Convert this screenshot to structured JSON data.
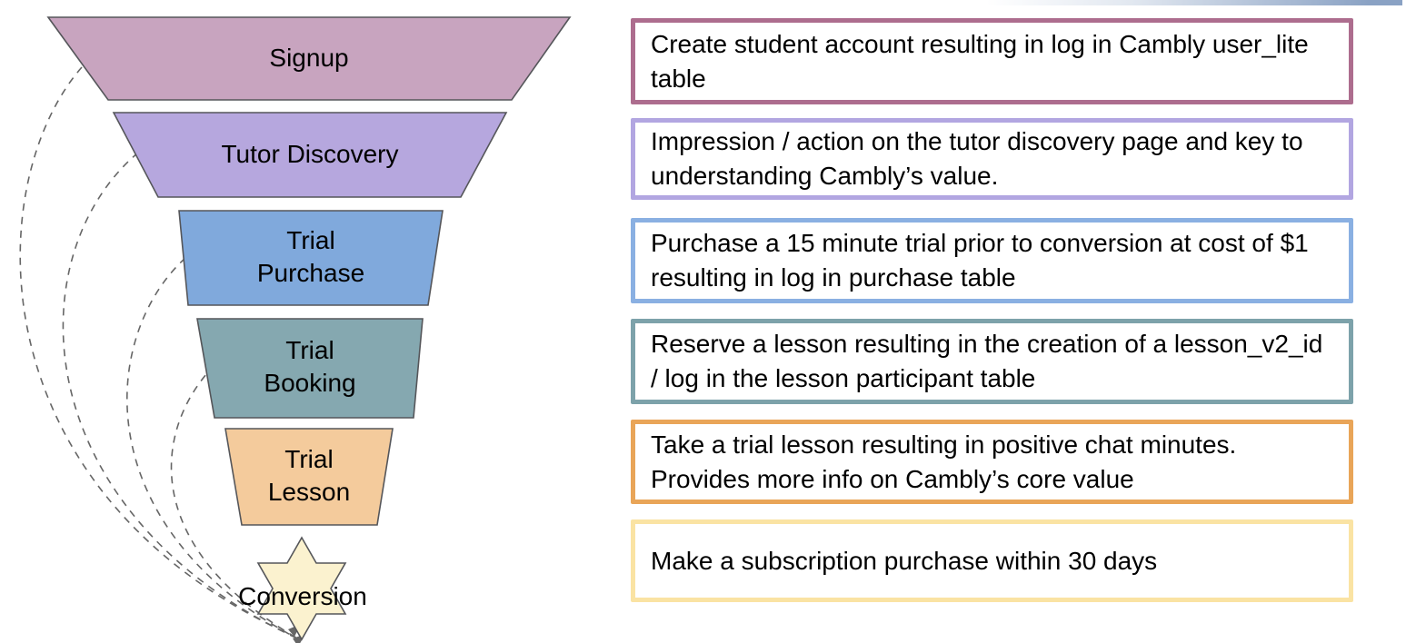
{
  "page": {
    "background": "#ffffff",
    "text_color": "#000000"
  },
  "decor": {
    "top_right_bar_color": "#8aa2c4"
  },
  "funnel": {
    "outline_color": "#55565a",
    "connector_color": "#666666",
    "stages": [
      {
        "label": "Signup",
        "fill": "#c8a4bf"
      },
      {
        "label": "Tutor Discovery",
        "fill": "#b6a7de"
      },
      {
        "label": "Trial\nPurchase",
        "fill": "#80a9dc"
      },
      {
        "label": "Trial\nBooking",
        "fill": "#85a8b0"
      },
      {
        "label": "Trial\nLesson",
        "fill": "#f4cb9c"
      }
    ],
    "final": {
      "label": "Conversion",
      "fill": "#fbf2cf"
    }
  },
  "descriptions": [
    {
      "text": "Create student account resulting in log in Cambly user_lite table",
      "border": "#ad6d8e"
    },
    {
      "text": "Impression / action on the tutor discovery page and key to understanding Cambly’s value.",
      "border": "#b2a6e1"
    },
    {
      "text": "Purchase a 15 minute trial prior to conversion at cost of $1 resulting in log in purchase table",
      "border": "#8ab0e2"
    },
    {
      "text": "Reserve a lesson resulting in the creation of a lesson_v2_id / log in the lesson participant table",
      "border": "#7da2aa"
    },
    {
      "text": "Take a trial lesson resulting in positive chat minutes. Provides more info on Cambly’s core value",
      "border": "#e9a558"
    },
    {
      "text": "Make a subscription purchase within 30 days",
      "border": "#fae3a3"
    }
  ]
}
